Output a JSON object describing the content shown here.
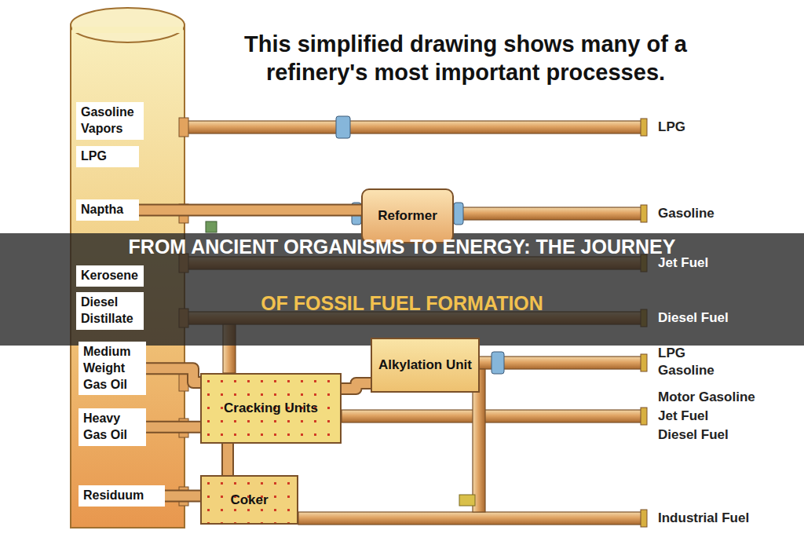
{
  "diagram": {
    "title": "This simplified drawing shows many of a refinery's most important processes.",
    "nodes": [
      {
        "text": [
          "Gasoline Vapors"
        ]
      },
      {
        "text": [
          "LPG"
        ]
      },
      {
        "text": [
          "Naptha"
        ]
      },
      {
        "text": [
          "Kerosene"
        ]
      },
      {
        "text": [
          "Diesel Distillate"
        ]
      },
      {
        "text": [
          "Medium Weight Gas Oil"
        ]
      },
      {
        "text": [
          "Heavy Gas Oil"
        ]
      },
      {
        "text": [
          "Residuum"
        ]
      },
      {
        "text": [
          "Reformer"
        ]
      },
      {
        "text": [
          "Alkylation Unit"
        ]
      },
      {
        "text": [
          "Cracking Units"
        ]
      },
      {
        "text": [
          "Coker"
        ]
      }
    ],
    "edges": [
      {
        "from": 2,
        "to": 8,
        "arrow": "none"
      },
      {
        "from": 5,
        "to": 10,
        "arrow": "none"
      },
      {
        "from": 6,
        "to": 10,
        "arrow": "none"
      },
      {
        "from": 10,
        "to": 9,
        "arrow": "none"
      },
      {
        "from": 7,
        "to": 11,
        "arrow": "none"
      },
      {
        "from": 11,
        "to": 10,
        "arrow": "none"
      }
    ],
    "labels": [
      "FROM ANCIENT ORGANISMS TO ENERGY: THE JOURNEY",
      "OF FOSSIL FUEL FORMATION",
      "LPG",
      "Gasoline",
      "Jet Fuel",
      "Diesel Fuel",
      "LPG",
      "Gasoline",
      "Motor Gasoline",
      "Jet Fuel",
      "Diesel Fuel",
      "Industrial Fuel"
    ]
  }
}
